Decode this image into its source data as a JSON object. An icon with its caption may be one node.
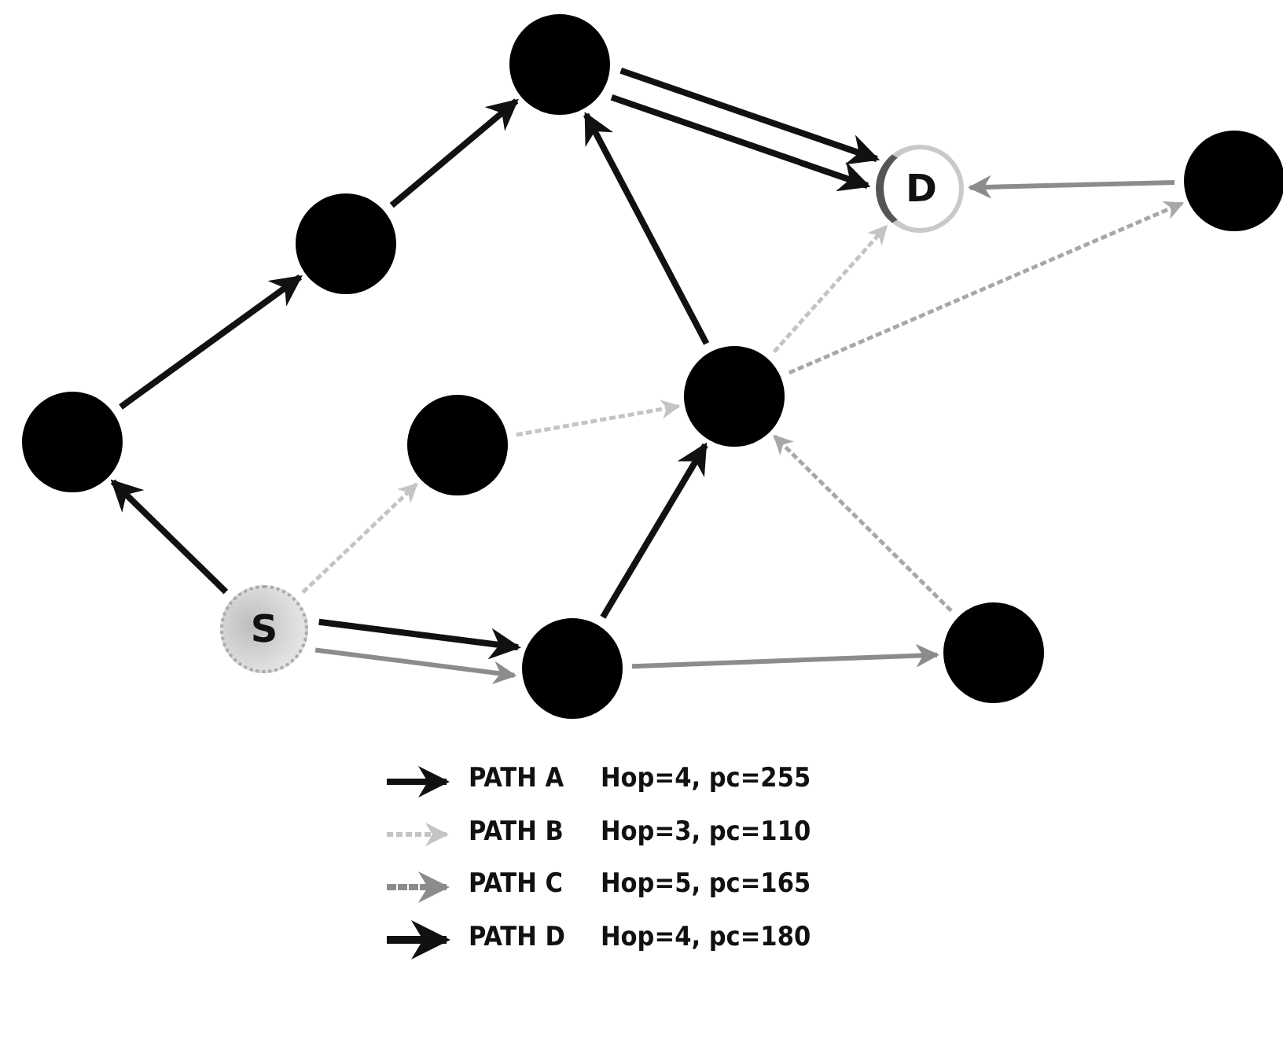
{
  "diagram": {
    "nodes": [
      {
        "text": [],
        "shape": "circle"
      },
      {
        "text": [],
        "shape": "circle"
      },
      {
        "text": [],
        "shape": "circle"
      },
      {
        "text": [
          "D"
        ]
      },
      {
        "text": [],
        "shape": "circle"
      },
      {
        "text": [],
        "shape": "circle"
      },
      {
        "text": [],
        "shape": "circle"
      },
      {
        "text": [
          "S"
        ]
      },
      {
        "text": [],
        "shape": "circle"
      },
      {
        "text": [],
        "shape": "circle"
      }
    ],
    "edges": [
      {
        "from": 7,
        "to": 0,
        "arrow": "to"
      },
      {
        "from": 0,
        "to": 1,
        "arrow": "to"
      },
      {
        "from": 1,
        "to": 2,
        "arrow": "to"
      },
      {
        "from": 2,
        "to": 3,
        "arrow": "to"
      },
      {
        "from": 7,
        "to": 5,
        "arrow": "to",
        "style": "dashed",
        "color": "#c4c4c4"
      },
      {
        "from": 5,
        "to": 6,
        "arrow": "to",
        "style": "dashed",
        "color": "#c4c4c4"
      },
      {
        "from": 6,
        "to": 3,
        "arrow": "to",
        "style": "dashed",
        "color": "#c4c4c4"
      },
      {
        "from": 7,
        "to": 8,
        "arrow": "to",
        "color": "#8c8c8c"
      },
      {
        "from": 8,
        "to": 9,
        "arrow": "to",
        "color": "#8c8c8c"
      },
      {
        "from": 9,
        "to": 6,
        "arrow": "to",
        "style": "dashed",
        "color": "#a8a8a8"
      },
      {
        "from": 6,
        "to": 4,
        "arrow": "to",
        "style": "dashed",
        "color": "#a8a8a8"
      },
      {
        "from": 4,
        "to": 3,
        "arrow": "to",
        "color": "#8c8c8c"
      },
      {
        "from": 7,
        "to": 8,
        "arrow": "to"
      },
      {
        "from": 8,
        "to": 6,
        "arrow": "to"
      },
      {
        "from": 6,
        "to": 2,
        "arrow": "to"
      },
      {
        "from": 2,
        "to": 3,
        "arrow": "to"
      }
    ],
    "labels": [
      "Hop=4, pc=255",
      "Hop=3, pc=110",
      "Hop=5, pc=165",
      "Hop=4, pc=180"
    ],
    "legend": [
      {
        "text": "PATH A"
      },
      {
        "text": "PATH B"
      },
      {
        "text": "PATH C"
      },
      {
        "text": "PATH D"
      }
    ]
  }
}
